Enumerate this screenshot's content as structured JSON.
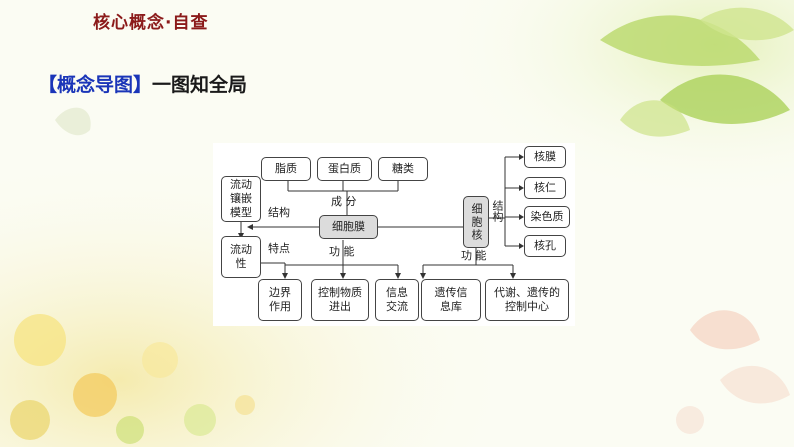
{
  "header": {
    "title": "核心概念·自查"
  },
  "section": {
    "bracket_text": "【概念导图】",
    "subtitle": "一图知全局"
  },
  "diagram": {
    "center": "细胞膜",
    "nucleus": "细胞核",
    "components": [
      "脂质",
      "蛋白质",
      "糖类"
    ],
    "structure_model": "流动镶嵌模型",
    "feature": "流动性",
    "membrane_functions": [
      "边界作用",
      "控制物质进出",
      "信息交流"
    ],
    "nucleus_parts": [
      "核膜",
      "核仁",
      "染色质",
      "核孔"
    ],
    "nucleus_functions": [
      "遗传信息库",
      "代谢、遗传的控制中心"
    ],
    "labels": {
      "composition": "成 分",
      "structure": "结构",
      "feature": "特点",
      "function": "功 能",
      "nucleus_structure": "结构",
      "nucleus_function": "功 能"
    }
  }
}
